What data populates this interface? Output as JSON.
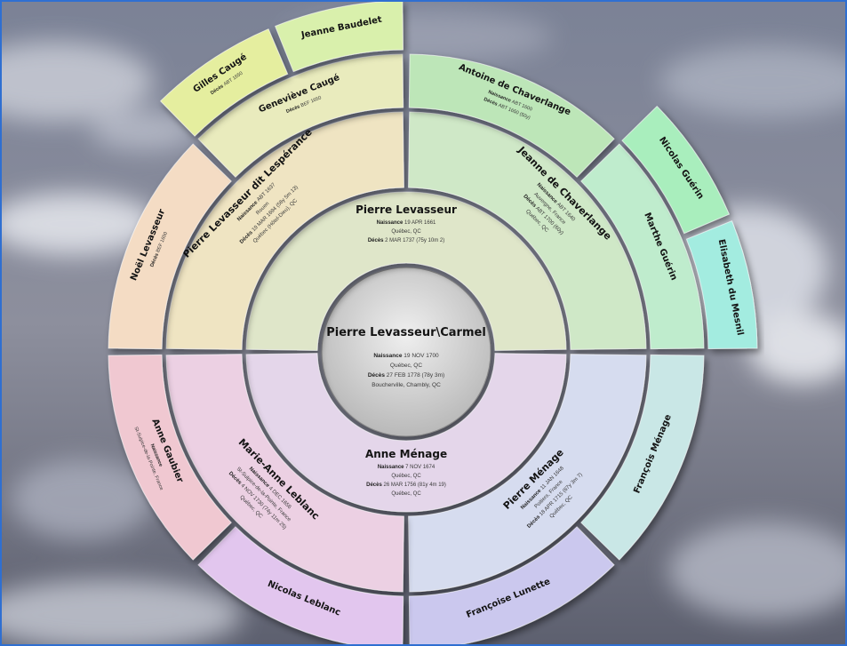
{
  "chart_title": "",
  "people": [
    {
      "key": "root",
      "gen": 0,
      "a0": 0,
      "a1": 360,
      "name": "Pierre Levasseur\\Carmel",
      "color": "#d4d4d4",
      "facts": [
        {
          "label": "Naissance",
          "value": "19 NOV 1700"
        },
        {
          "label": "",
          "value": "Québec, QC"
        },
        {
          "label": "Décès",
          "value": "27 FEB 1778 (78y 3m)"
        },
        {
          "label": "",
          "value": "Boucherville, Chambly, QC"
        }
      ]
    },
    {
      "key": "father",
      "gen": 1,
      "a0": -90,
      "a1": 90,
      "name": "Pierre Levasseur",
      "color": "#dfe6c9",
      "facts": [
        {
          "label": "Naissance",
          "value": "19 APR 1661"
        },
        {
          "label": "",
          "value": "Québec, QC"
        },
        {
          "label": "Décès",
          "value": "2 MAR 1737 (75y 10m 2)"
        }
      ]
    },
    {
      "key": "mother",
      "gen": 1,
      "a0": 90,
      "a1": 270,
      "name": "Anne Ménage",
      "color": "#e4d6ea",
      "facts": [
        {
          "label": "Naissance",
          "value": "7 NOV 1674"
        },
        {
          "label": "",
          "value": "Québec, QC"
        },
        {
          "label": "Décès",
          "value": "26 MAR 1756 (81y 4m 19)"
        },
        {
          "label": "",
          "value": "Québec, QC"
        }
      ]
    },
    {
      "key": "ff",
      "gen": 2,
      "a0": -90,
      "a1": 0,
      "name": "Pierre Levasseur dit Lespérance",
      "color": "#efe4c2",
      "facts": [
        {
          "label": "Naissance",
          "value": "ABT 1637"
        },
        {
          "label": "",
          "value": "Rouen"
        },
        {
          "label": "Décès",
          "value": "19 MAR 1694 (56y 5m 13)"
        },
        {
          "label": "",
          "value": "Québec (Hôtel-Dieu), QC"
        }
      ]
    },
    {
      "key": "fm",
      "gen": 2,
      "a0": 0,
      "a1": 90,
      "name": "Jeanne de Chaverlange",
      "color": "#cfe8c7",
      "facts": [
        {
          "label": "Naissance",
          "value": "ABT 1640"
        },
        {
          "label": "",
          "value": "Auvergne, France"
        },
        {
          "label": "Décès",
          "value": "ABT 1700 (60y)"
        },
        {
          "label": "",
          "value": "Québec, QC"
        }
      ]
    },
    {
      "key": "mf",
      "gen": 2,
      "a0": 90,
      "a1": 180,
      "name": "Pierre Ménage",
      "color": "#d6dcef",
      "facts": [
        {
          "label": "Naissance",
          "value": "11 JAN 1648"
        },
        {
          "label": "",
          "value": "Poitiers, France"
        },
        {
          "label": "Décès",
          "value": "18 APR 1715 (67y 3m 7)"
        },
        {
          "label": "",
          "value": "Québec, QC"
        }
      ]
    },
    {
      "key": "mm",
      "gen": 2,
      "a0": 180,
      "a1": 270,
      "name": "Marie-Anne Leblanc",
      "color": "#ecd0e3",
      "facts": [
        {
          "label": "Naissance",
          "value": "4 DEC 1656"
        },
        {
          "label": "",
          "value": "St-Sulpice-de-la-Pointe, France"
        },
        {
          "label": "Décès",
          "value": "4 NOV 1730 (74y 11m 25)"
        },
        {
          "label": "",
          "value": "Québec, QC"
        }
      ]
    },
    {
      "key": "fff",
      "gen": 3,
      "a0": -90,
      "a1": -45,
      "name": "Noël Levasseur",
      "color": "#f4dcc4",
      "facts": [
        {
          "label": "Décès",
          "value": "BEF 1650"
        }
      ]
    },
    {
      "key": "ffm",
      "gen": 3,
      "a0": -45,
      "a1": 0,
      "name": "Geneviève Caugé",
      "color": "#e9ebbd",
      "facts": [
        {
          "label": "Décès",
          "value": "BEF 1650"
        }
      ]
    },
    {
      "key": "fmf",
      "gen": 3,
      "a0": 0,
      "a1": 45,
      "name": "Antoine de Chaverlange",
      "color": "#bde6b8",
      "facts": [
        {
          "label": "Naissance",
          "value": "ABT 1600"
        },
        {
          "label": "Décès",
          "value": "ABT 1650 (50y)"
        }
      ]
    },
    {
      "key": "fmm",
      "gen": 3,
      "a0": 45,
      "a1": 90,
      "name": "Marthe Guérin",
      "color": "#bfeccd",
      "facts": []
    },
    {
      "key": "mff",
      "gen": 3,
      "a0": 90,
      "a1": 135,
      "name": "François Ménage",
      "color": "#c9e7e6",
      "facts": []
    },
    {
      "key": "mfm",
      "gen": 3,
      "a0": 135,
      "a1": 180,
      "name": "Françoise Lunette",
      "color": "#cbc8ee",
      "facts": []
    },
    {
      "key": "mmf",
      "gen": 3,
      "a0": 180,
      "a1": 225,
      "name": "Nicolas Leblanc",
      "color": "#e2c6ee",
      "facts": []
    },
    {
      "key": "mmm",
      "gen": 3,
      "a0": 225,
      "a1": 270,
      "name": "Anne Gaubier",
      "color": "#f0c8d1",
      "facts": [
        {
          "label": "Naissance",
          "value": ""
        },
        {
          "label": "",
          "value": "St-Sulpice-de-la-Pointe, France"
        }
      ]
    },
    {
      "key": "ffmf",
      "gen": 4,
      "a0": -45,
      "a1": -22.5,
      "name": "Gilles Caugé",
      "color": "#e5ee9f",
      "facts": [
        {
          "label": "Décès",
          "value": "ABT 1650"
        }
      ]
    },
    {
      "key": "ffmm",
      "gen": 4,
      "a0": -22.5,
      "a1": 0,
      "name": "Jeanne Baudelet",
      "color": "#d9f0ac",
      "facts": []
    },
    {
      "key": "fmmf",
      "gen": 4,
      "a0": 45,
      "a1": 67.5,
      "name": "Nicolas Guérin",
      "color": "#a9eebd",
      "facts": []
    },
    {
      "key": "fmmm",
      "gen": 4,
      "a0": 67.5,
      "a1": 90,
      "name": "Elisabeth du Mesnil",
      "color": "#a3ece0",
      "facts": []
    }
  ]
}
